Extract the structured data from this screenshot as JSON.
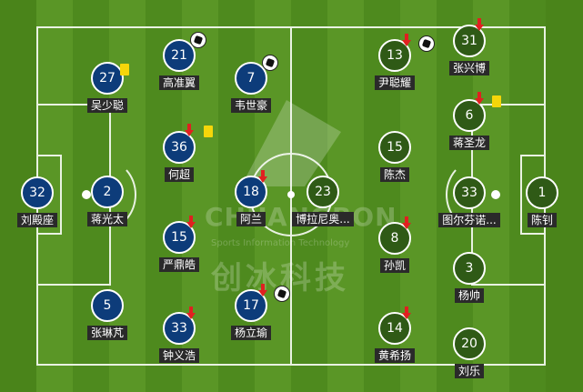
{
  "watermark": {
    "brand_en": "CHUANGBON",
    "brand_sub": "Sports Information Technology",
    "brand_cn": "创冰科技"
  },
  "colors": {
    "home_team": "#0d3c7a",
    "away_team": "#2f5a16",
    "pitch": "#4f8a1c",
    "yellow_card": "#f5d60a",
    "sub_arrow": "#e02020"
  },
  "home_players": [
    {
      "number": "32",
      "name": "刘殿座",
      "events": []
    },
    {
      "number": "27",
      "name": "吴少聪",
      "events": [
        "yellow-card"
      ]
    },
    {
      "number": "2",
      "name": "蒋光太",
      "events": []
    },
    {
      "number": "5",
      "name": "张琳芃",
      "events": []
    },
    {
      "number": "21",
      "name": "高准翼",
      "events": [
        "goal"
      ]
    },
    {
      "number": "36",
      "name": "何超",
      "events": [
        "sub-off",
        "yellow-card"
      ]
    },
    {
      "number": "15",
      "name": "严鼎皓",
      "events": [
        "sub-off"
      ]
    },
    {
      "number": "33",
      "name": "钟义浩",
      "events": [
        "sub-off"
      ]
    },
    {
      "number": "7",
      "name": "韦世豪",
      "events": [
        "goal"
      ]
    },
    {
      "number": "18",
      "name": "阿兰",
      "events": [
        "sub-off"
      ]
    },
    {
      "number": "17",
      "name": "杨立瑜",
      "events": [
        "sub-off",
        "goal"
      ]
    }
  ],
  "away_players": [
    {
      "number": "1",
      "name": "陈钊",
      "events": []
    },
    {
      "number": "6",
      "name": "蒋圣龙",
      "events": [
        "sub-off",
        "yellow-card"
      ]
    },
    {
      "number": "33",
      "name": "图尔芬诺...",
      "events": []
    },
    {
      "number": "3",
      "name": "杨帅",
      "events": []
    },
    {
      "number": "31",
      "name": "张兴博",
      "events": [
        "sub-off"
      ]
    },
    {
      "number": "15",
      "name": "陈杰",
      "events": []
    },
    {
      "number": "8",
      "name": "孙凯",
      "events": [
        "sub-off"
      ]
    },
    {
      "number": "20",
      "name": "刘乐",
      "events": []
    },
    {
      "number": "13",
      "name": "尹聪耀",
      "events": [
        "sub-off",
        "goal"
      ]
    },
    {
      "number": "23",
      "name": "博拉尼奥...",
      "events": []
    },
    {
      "number": "14",
      "name": "黄希扬",
      "events": [
        "sub-off"
      ]
    }
  ]
}
